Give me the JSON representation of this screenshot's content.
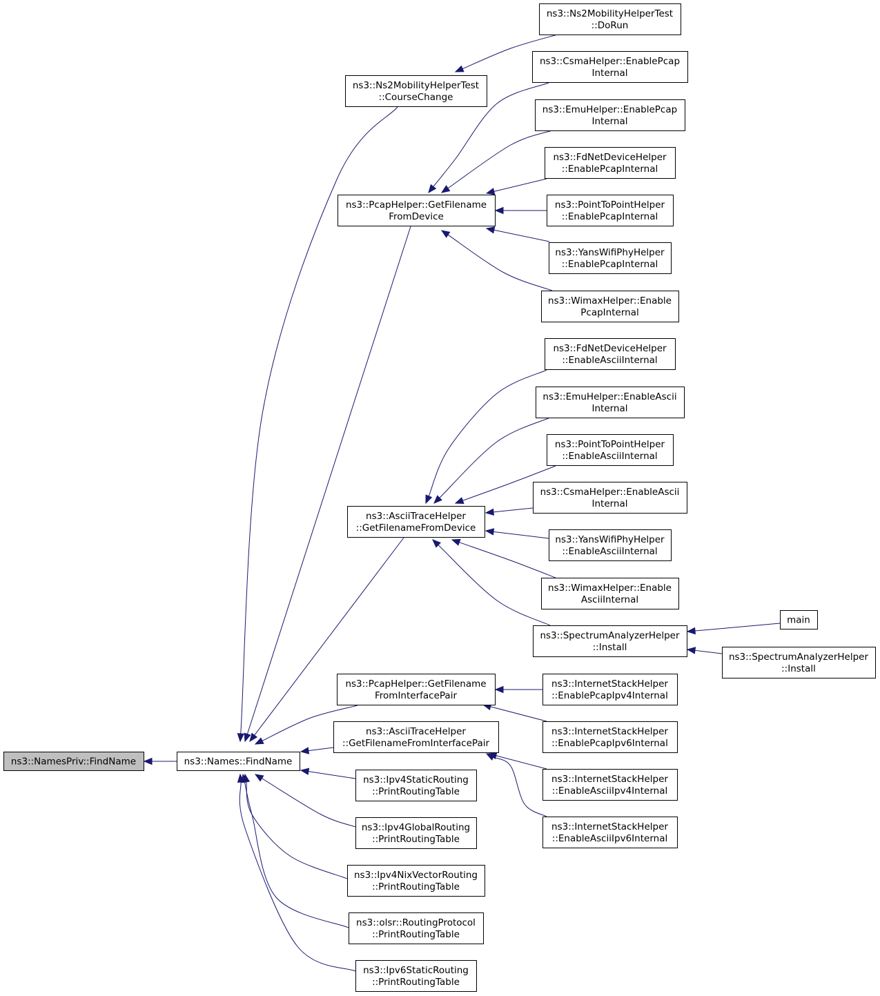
{
  "colors": {
    "edge": "#191970",
    "node_border": "#000000",
    "node_fill": "#ffffff",
    "focus_fill": "#bfbfbf"
  },
  "nodes": [
    {
      "id": "n0",
      "lines": [
        "ns3::NamesPriv::FindName"
      ],
      "focus": true
    },
    {
      "id": "n1",
      "lines": [
        "ns3::Names::FindName"
      ]
    },
    {
      "id": "n2",
      "lines": [
        "ns3::Ns2MobilityHelperTest",
        "::CourseChange"
      ]
    },
    {
      "id": "n3",
      "lines": [
        "ns3::PcapHelper::GetFilename",
        "FromDevice"
      ]
    },
    {
      "id": "n4",
      "lines": [
        "ns3::AsciiTraceHelper",
        "::GetFilenameFromDevice"
      ]
    },
    {
      "id": "n5",
      "lines": [
        "ns3::PcapHelper::GetFilename",
        "FromInterfacePair"
      ]
    },
    {
      "id": "n6",
      "lines": [
        "ns3::AsciiTraceHelper",
        "::GetFilenameFromInterfacePair"
      ]
    },
    {
      "id": "n7",
      "lines": [
        "ns3::Ipv4StaticRouting",
        "::PrintRoutingTable"
      ]
    },
    {
      "id": "n8",
      "lines": [
        "ns3::Ipv4GlobalRouting",
        "::PrintRoutingTable"
      ]
    },
    {
      "id": "n9",
      "lines": [
        "ns3::Ipv4NixVectorRouting",
        "::PrintRoutingTable"
      ]
    },
    {
      "id": "n10",
      "lines": [
        "ns3::olsr::RoutingProtocol",
        "::PrintRoutingTable"
      ]
    },
    {
      "id": "n11",
      "lines": [
        "ns3::Ipv6StaticRouting",
        "::PrintRoutingTable"
      ]
    },
    {
      "id": "n12",
      "lines": [
        "ns3::Ns2MobilityHelperTest",
        "::DoRun"
      ]
    },
    {
      "id": "n13",
      "lines": [
        "ns3::CsmaHelper::EnablePcap",
        "Internal"
      ]
    },
    {
      "id": "n14",
      "lines": [
        "ns3::EmuHelper::EnablePcap",
        "Internal"
      ]
    },
    {
      "id": "n15",
      "lines": [
        "ns3::FdNetDeviceHelper",
        "::EnablePcapInternal"
      ]
    },
    {
      "id": "n16",
      "lines": [
        "ns3::PointToPointHelper",
        "::EnablePcapInternal"
      ]
    },
    {
      "id": "n17",
      "lines": [
        "ns3::YansWifiPhyHelper",
        "::EnablePcapInternal"
      ]
    },
    {
      "id": "n18",
      "lines": [
        "ns3::WimaxHelper::Enable",
        "PcapInternal"
      ]
    },
    {
      "id": "n19",
      "lines": [
        "ns3::FdNetDeviceHelper",
        "::EnableAsciiInternal"
      ]
    },
    {
      "id": "n20",
      "lines": [
        "ns3::EmuHelper::EnableAscii",
        "Internal"
      ]
    },
    {
      "id": "n21",
      "lines": [
        "ns3::PointToPointHelper",
        "::EnableAsciiInternal"
      ]
    },
    {
      "id": "n22",
      "lines": [
        "ns3::CsmaHelper::EnableAscii",
        "Internal"
      ]
    },
    {
      "id": "n23",
      "lines": [
        "ns3::YansWifiPhyHelper",
        "::EnableAsciiInternal"
      ]
    },
    {
      "id": "n24",
      "lines": [
        "ns3::WimaxHelper::Enable",
        "AsciiInternal"
      ]
    },
    {
      "id": "n25",
      "lines": [
        "ns3::SpectrumAnalyzerHelper",
        "::Install"
      ]
    },
    {
      "id": "n26",
      "lines": [
        "ns3::InternetStackHelper",
        "::EnablePcapIpv4Internal"
      ]
    },
    {
      "id": "n27",
      "lines": [
        "ns3::InternetStackHelper",
        "::EnablePcapIpv6Internal"
      ]
    },
    {
      "id": "n28",
      "lines": [
        "ns3::InternetStackHelper",
        "::EnableAsciiIpv4Internal"
      ]
    },
    {
      "id": "n29",
      "lines": [
        "ns3::InternetStackHelper",
        "::EnableAsciiIpv6Internal"
      ]
    },
    {
      "id": "n30",
      "lines": [
        "main"
      ]
    },
    {
      "id": "n31",
      "lines": [
        "ns3::SpectrumAnalyzerHelper",
        "::Install"
      ]
    }
  ],
  "edges": [
    {
      "from": "n1",
      "to": "n0"
    },
    {
      "from": "n2",
      "to": "n1"
    },
    {
      "from": "n3",
      "to": "n1"
    },
    {
      "from": "n4",
      "to": "n1"
    },
    {
      "from": "n5",
      "to": "n1"
    },
    {
      "from": "n6",
      "to": "n1"
    },
    {
      "from": "n7",
      "to": "n1"
    },
    {
      "from": "n8",
      "to": "n1"
    },
    {
      "from": "n9",
      "to": "n1"
    },
    {
      "from": "n10",
      "to": "n1"
    },
    {
      "from": "n11",
      "to": "n1"
    },
    {
      "from": "n12",
      "to": "n2"
    },
    {
      "from": "n13",
      "to": "n3"
    },
    {
      "from": "n14",
      "to": "n3"
    },
    {
      "from": "n15",
      "to": "n3"
    },
    {
      "from": "n16",
      "to": "n3"
    },
    {
      "from": "n17",
      "to": "n3"
    },
    {
      "from": "n18",
      "to": "n3"
    },
    {
      "from": "n19",
      "to": "n4"
    },
    {
      "from": "n20",
      "to": "n4"
    },
    {
      "from": "n21",
      "to": "n4"
    },
    {
      "from": "n22",
      "to": "n4"
    },
    {
      "from": "n23",
      "to": "n4"
    },
    {
      "from": "n24",
      "to": "n4"
    },
    {
      "from": "n25",
      "to": "n4"
    },
    {
      "from": "n26",
      "to": "n5"
    },
    {
      "from": "n27",
      "to": "n5"
    },
    {
      "from": "n28",
      "to": "n6"
    },
    {
      "from": "n29",
      "to": "n6"
    },
    {
      "from": "n30",
      "to": "n25"
    },
    {
      "from": "n31",
      "to": "n25"
    }
  ]
}
